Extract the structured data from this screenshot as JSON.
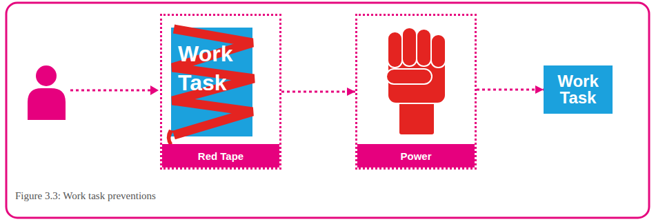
{
  "diagram": {
    "caption": "Figure 3.3: Work task preventions",
    "nodes": [
      {
        "text": [
          "Red Tape"
        ]
      },
      {
        "text": [
          "Power"
        ]
      },
      {
        "text": [
          "Work Task"
        ]
      }
    ],
    "edges": [
      {
        "from": 0,
        "to": 1,
        "arrow": "to"
      },
      {
        "from": 1,
        "to": 2,
        "arrow": "to"
      }
    ],
    "labels": [
      "Work Task"
    ]
  }
}
